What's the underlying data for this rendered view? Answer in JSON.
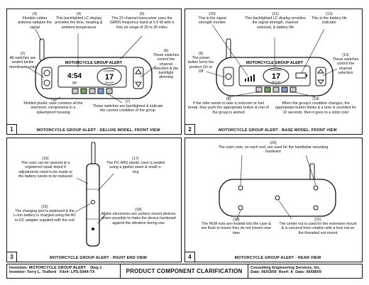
{
  "panels": {
    "p1": {
      "number": "1",
      "caption": "MOTORCYCLE GROUP ALERT - DELUXE MODEL, FRONT VIEW",
      "device_title": "MOTORCYCLE GROUP ALERT",
      "lcd_time": "4:54",
      "lcd_temp": "78°",
      "lcd_channel_label": "CHANNEL",
      "lcd_channel": "17",
      "lcd_group_label": "GROUP",
      "callouts": {
        "c3": {
          "n": "(3)",
          "text": "Flexible rubber antenna radiates the signal"
        },
        "c4": {
          "n": "(4)",
          "text": "This backlighted LC display provides the time, heading & ambient temperature"
        },
        "c5": {
          "n": "(5)",
          "text": "The 22 channel transceiver uses the GMRS frequency band at 5.0 W with a free air range of 20 to 30 miles"
        },
        "c2": {
          "n": "(2)",
          "text": "All switches are sealed tactile membrane units"
        },
        "c6": {
          "n": "(6)",
          "text": "These switches control the channel selection & the backlight dimming"
        },
        "c1": {
          "n": "(1)",
          "text": "Molded plastic case contains all the electronic components in a splashproof housing"
        },
        "c7": {
          "n": "(7)",
          "text": "These switches are backlighted & indicate the current condition of the group"
        }
      }
    },
    "p2": {
      "number": "2",
      "caption": "MOTORCYCLE GROUP ALERT - BASE MODEL, FRONT VIEW",
      "device_title": "MOTORCYCLE GROUP ALERT",
      "lcd_channel_label": "CHANNEL",
      "lcd_channel": "17",
      "lcd_group_label": "GROUP",
      "callouts": {
        "c10": {
          "n": "(10)",
          "text": "This is the signal strength monitor"
        },
        "c11": {
          "n": "(11)",
          "text": "This backlighted LC display provides the signal strength, channel selected, & battery life"
        },
        "c12": {
          "n": "(12)",
          "text": "This is the battery life indicator"
        },
        "c9": {
          "n": "(9)",
          "text": "The power button turns the product On or Off"
        },
        "c13": {
          "n": "(13)",
          "text": "These switches control the channel selection"
        },
        "c8": {
          "n": "(8)",
          "text": "If the rider needs to take a restroom or fuel break, they push the appropriate button & rest of the group is alerted"
        },
        "c14": {
          "n": "(14)",
          "text": "When the group's condition changes, the appropriate button blinks & a tone is sounded for 10 seconds, then it goes to a solid color"
        }
      }
    },
    "p3": {
      "number": "3",
      "caption": "MOTORCYCLE GROUP ALERT - RIGHT END VIEW",
      "callouts": {
        "c16": {
          "n": "(16)",
          "text": "The case can be opened at a registered repair depot if adjustments need to be made or the battery needs to be replaced"
        },
        "c17": {
          "n": "(17)",
          "text": "The PC-ABS plastic case is sealed using a gasket seam & small o-ring"
        },
        "c15": {
          "n": "(15)",
          "text": "The charging port is polarized & the Li-Ion battery is charged using the AC to DC adapter supplied with the unit"
        },
        "c18": {
          "n": "(18)",
          "text": "All the electronics are surface mount devices where possible to make the device hardened against the vibration during use"
        }
      }
    },
    "p4": {
      "number": "4",
      "caption": "MOTORCYCLE GROUP ALERT - REAR VIEW",
      "callouts": {
        "c20": {
          "n": "(20)",
          "text": "The outer nuts, on each end, are used for the handlebar mounting hardware"
        },
        "c19": {
          "n": "(19)",
          "text": "The PEM nuts are molded into the case & are flush to insure they do not loosen over time"
        },
        "c21": {
          "n": "(21)",
          "text": "The center nut is used for the extension mount & is secured from rotation with a lock nut on the threaded rod mount"
        }
      }
    }
  },
  "title_block": {
    "invention": "Invention: MOTORCYCLE GROUP ALERT",
    "dwg": "Dwg 1",
    "inventor": "Inventor: Terry L. Tedford",
    "file": "File#: LPS-5044-TX",
    "title": "PRODUCT COMPONENT CLARIFICATION",
    "company": "Consulting Engineering Services, Inc.",
    "date": "Date: 06/03/09",
    "rev": "Rev#: A",
    "rev_date": "Date: 06/08/09"
  }
}
